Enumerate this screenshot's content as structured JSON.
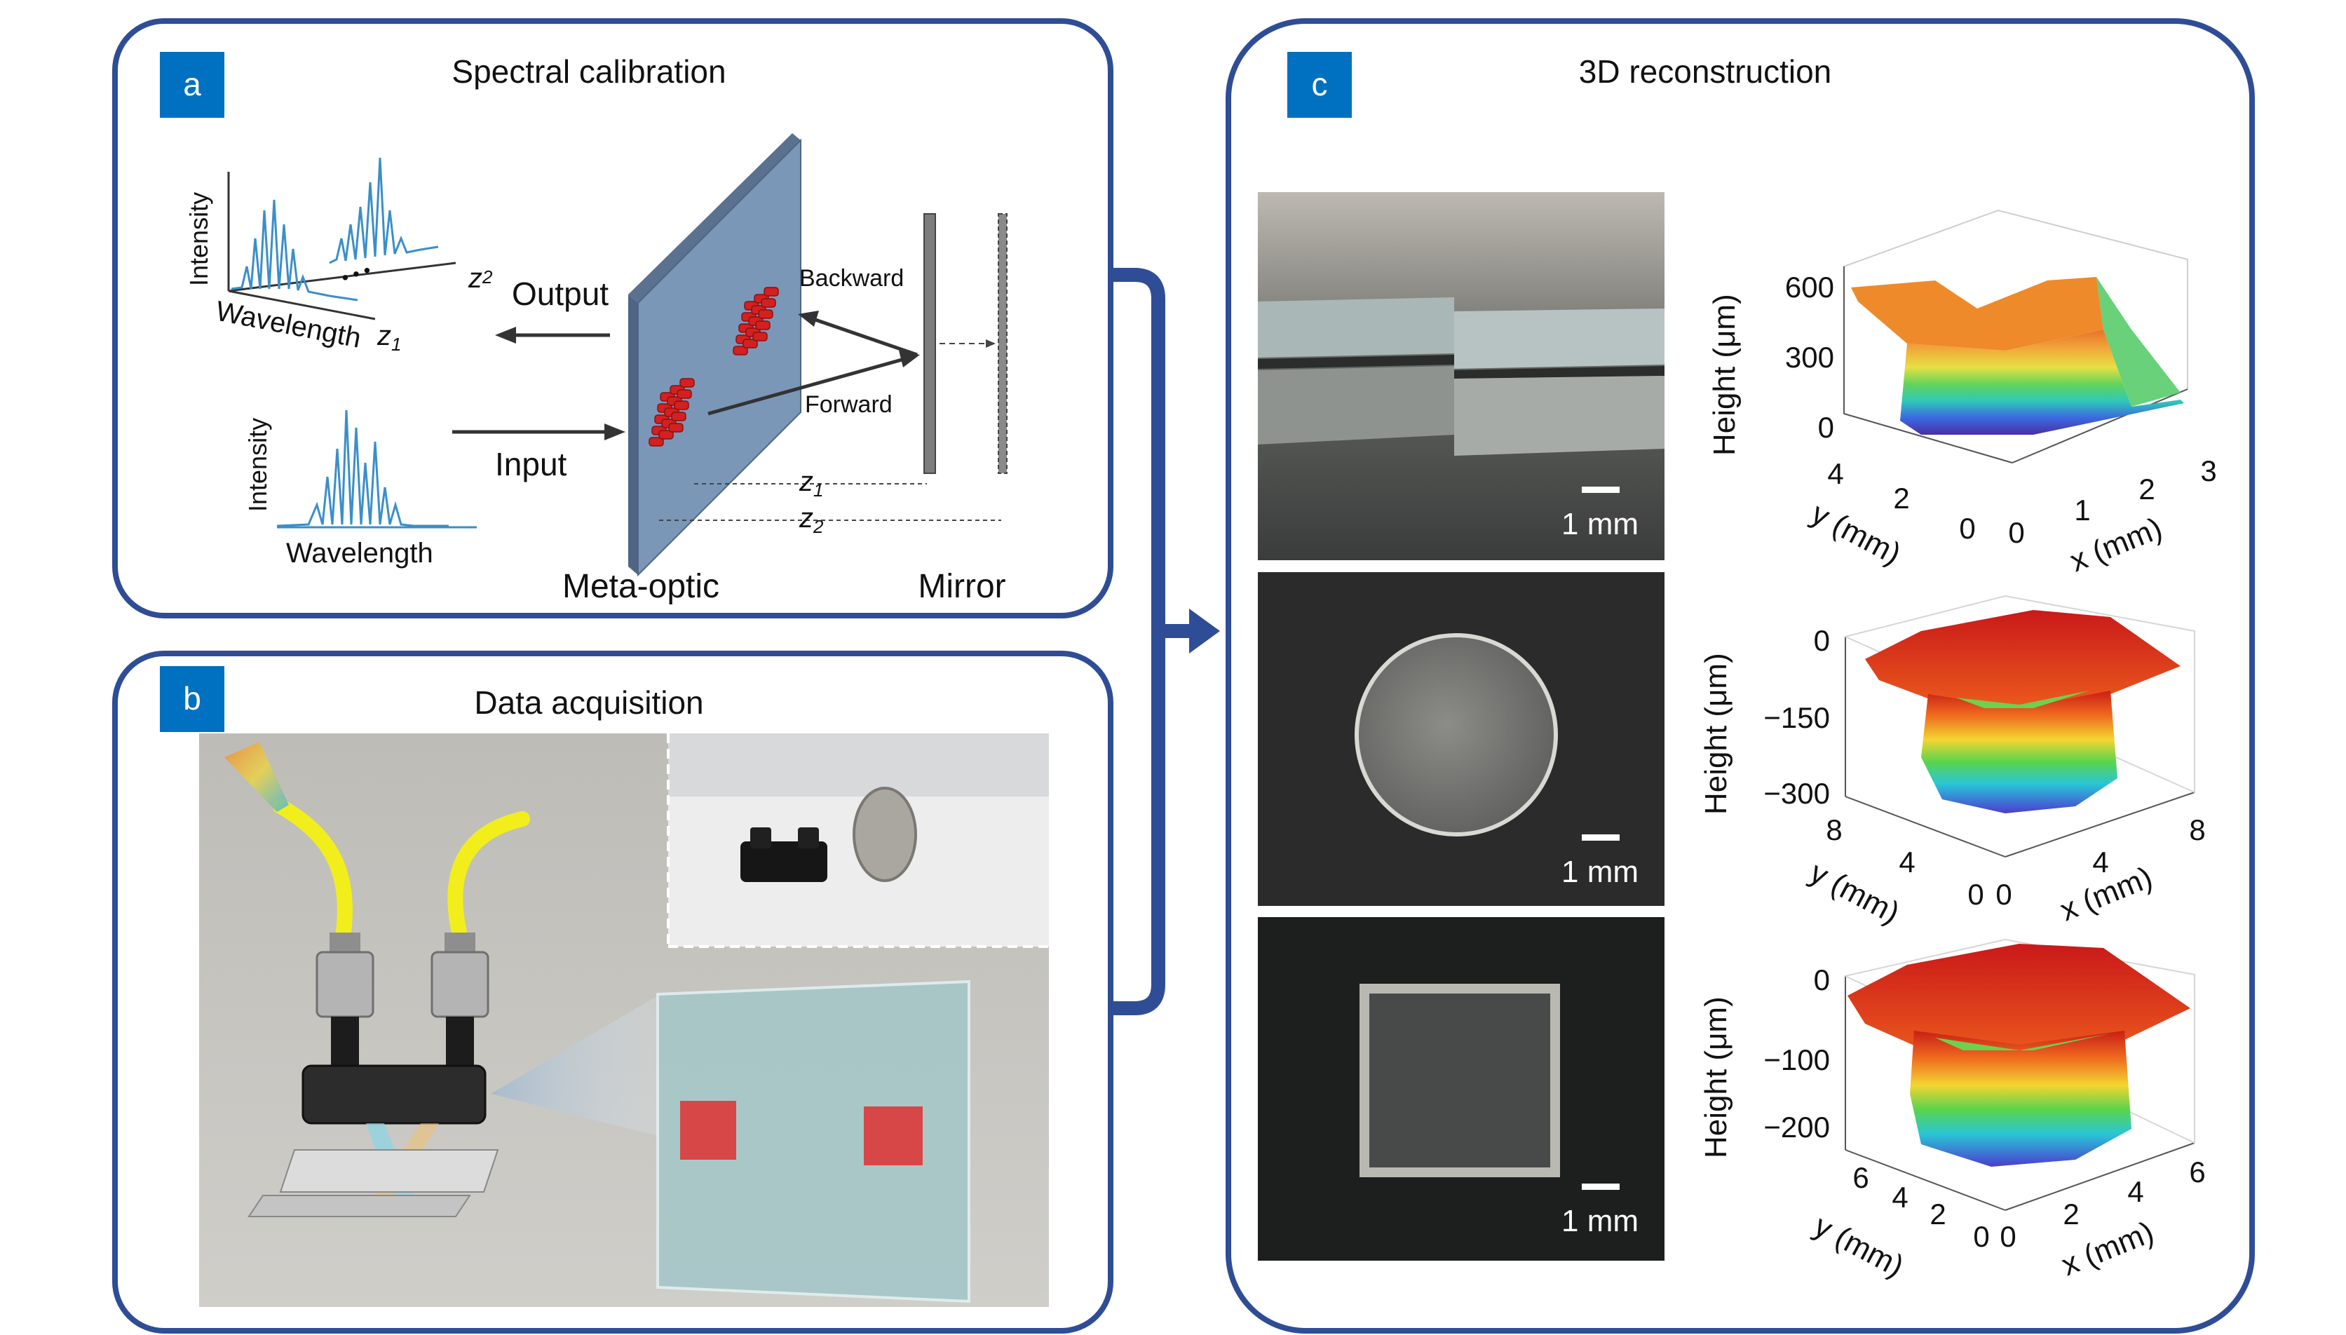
{
  "panels": {
    "a": {
      "letter": "a",
      "title": "Spectral calibration",
      "labels": {
        "intensity_top": "Intensity",
        "wavelength_top": "Wavelength",
        "z2_axis": "z",
        "z2_axis_sub": "2",
        "z1_axis": "z",
        "z1_axis_sub": "1",
        "ellipsis": "• • •",
        "output": "Output",
        "input": "Input",
        "intensity_bottom": "Intensity",
        "wavelength_bottom": "Wavelength",
        "backward": "Backward",
        "forward": "Forward",
        "z1_dim": "z",
        "z1_dim_sub": "1",
        "z2_dim": "z",
        "z2_dim_sub": "2",
        "meta_optic": "Meta-optic",
        "mirror": "Mirror"
      }
    },
    "b": {
      "letter": "b",
      "title": "Data acquisition"
    },
    "c": {
      "letter": "c",
      "title": "3D reconstruction",
      "scale_bar": "1 mm",
      "plots": [
        {
          "zlabel": "Height (μm)",
          "zticks": [
            "600",
            "300",
            "0"
          ],
          "ylabel": "y (mm)",
          "yticks": [
            "4",
            "2",
            "0"
          ],
          "xlabel": "x (mm)",
          "xticks": [
            "0",
            "1",
            "2",
            "3"
          ]
        },
        {
          "zlabel": "Height (μm)",
          "zticks": [
            "0",
            "−150",
            "−300"
          ],
          "ylabel": "y (mm)",
          "yticks": [
            "8",
            "4",
            "0"
          ],
          "xlabel": "x (mm)",
          "xticks": [
            "0",
            "4",
            "8"
          ]
        },
        {
          "zlabel": "Height (μm)",
          "zticks": [
            "0",
            "−100",
            "−200"
          ],
          "ylabel": "y (mm)",
          "yticks": [
            "6",
            "4",
            "2",
            "0"
          ],
          "xlabel": "x (mm)",
          "xticks": [
            "0",
            "2",
            "4",
            "6"
          ]
        }
      ]
    }
  },
  "colors": {
    "frame": "#2f4d96",
    "label_box": "#0070c0",
    "meta_optic": "#7b97b8",
    "pillar": "#d42020",
    "spectrum": "#3a8fc9",
    "fiber": "#f2ee1c"
  }
}
